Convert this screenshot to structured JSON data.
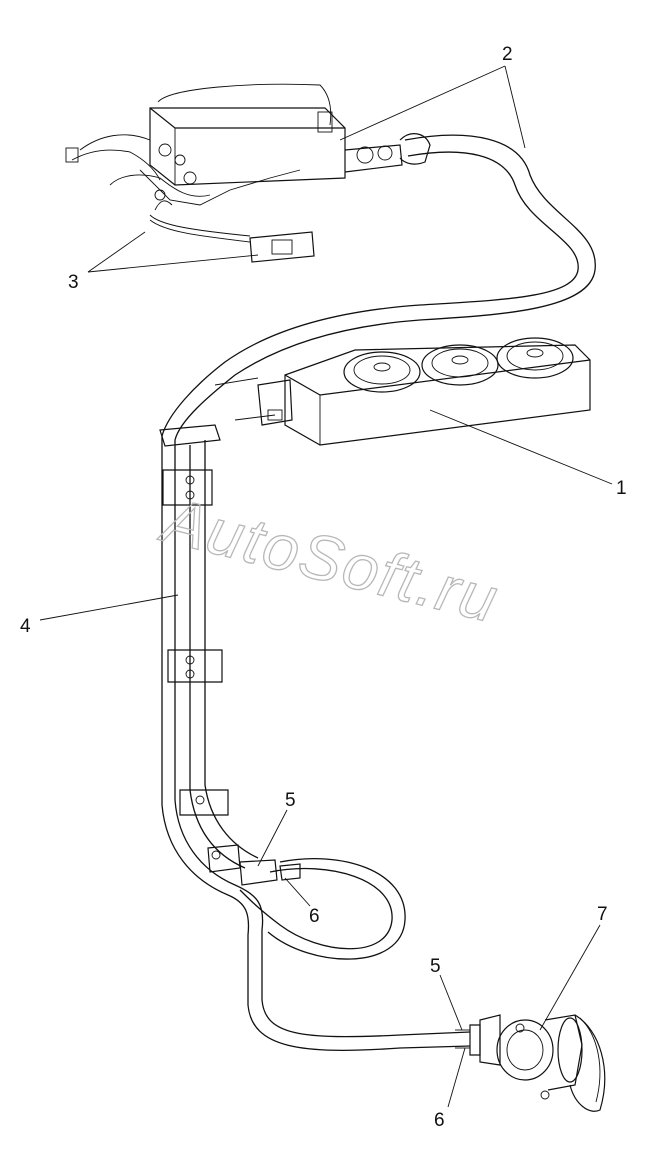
{
  "watermark": "AutoSoft.ru",
  "callouts": {
    "c1": "1",
    "c2": "2",
    "c3": "3",
    "c4": "4",
    "c5a": "5",
    "c5b": "5",
    "c6a": "6",
    "c6b": "6",
    "c7": "7"
  }
}
